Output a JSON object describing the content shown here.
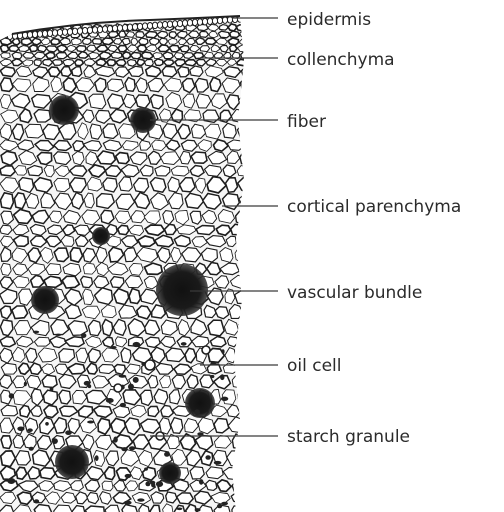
{
  "labels": [
    {
      "id": "epidermis",
      "text": "epidermis"
    },
    {
      "id": "collenchyma",
      "text": "collenchyma"
    },
    {
      "id": "fiber",
      "text": "fiber"
    },
    {
      "id": "cortical-parenchyma",
      "text": "cortical parenchyma"
    },
    {
      "id": "vascular-bundle",
      "text": "vascular bundle"
    },
    {
      "id": "oil-cell",
      "text": "oil cell"
    },
    {
      "id": "starch-granule",
      "text": "starch granule"
    }
  ],
  "colors": {
    "ink": "#1e1e1e",
    "cell_fill": "#ffffff",
    "background": "#ffffff"
  }
}
